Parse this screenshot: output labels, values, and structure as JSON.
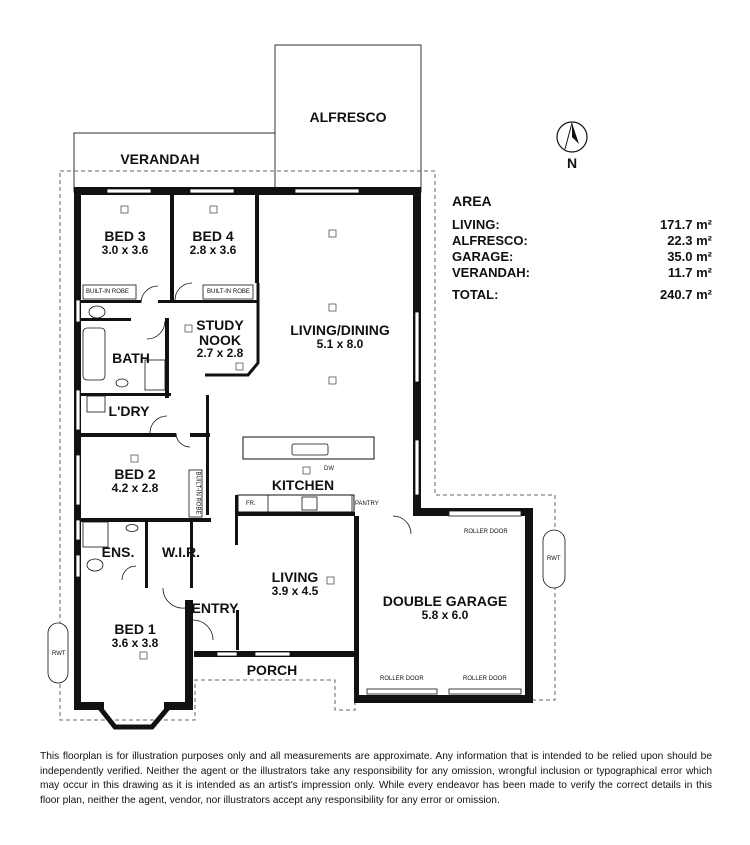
{
  "compass": {
    "label": "N"
  },
  "rooms": {
    "alfresco": {
      "name": "ALFRESCO"
    },
    "verandah": {
      "name": "VERANDAH"
    },
    "bed3": {
      "name": "BED 3",
      "size": "3.0 x 3.6"
    },
    "bed4": {
      "name": "BED 4",
      "size": "2.8 x 3.6"
    },
    "living_dining": {
      "name": "LIVING/DINING",
      "size": "5.1 x 8.0"
    },
    "study_nook": {
      "name": "STUDY NOOK",
      "name_line1": "STUDY",
      "name_line2": "NOOK",
      "size": "2.7 x 2.8"
    },
    "bath": {
      "name": "BATH"
    },
    "laundry": {
      "name": "L'DRY"
    },
    "bed2": {
      "name": "BED 2",
      "size": "4.2 x 2.8"
    },
    "kitchen": {
      "name": "KITCHEN"
    },
    "ensuite": {
      "name": "ENS."
    },
    "wir": {
      "name": "W.I.R."
    },
    "living": {
      "name": "LIVING",
      "size": "3.9 x 4.5"
    },
    "entry": {
      "name": "ENTRY"
    },
    "bed1": {
      "name": "BED 1",
      "size": "3.6 x 3.8"
    },
    "double_garage": {
      "name": "DOUBLE GARAGE",
      "size": "5.8 x 6.0"
    },
    "porch": {
      "name": "PORCH"
    }
  },
  "fixtures": {
    "built_in_robe": "BUILT-IN ROBE",
    "built_in_robe_bed2": "BUILT-IN ROBE",
    "roller_door": "ROLLER DOOR",
    "rwt": "RWT",
    "fridge": "FR.",
    "pantry": "PANTRY",
    "dishwasher": "DW"
  },
  "area": {
    "title": "AREA",
    "rows": [
      {
        "label": "LIVING:",
        "value": "171.7 m²"
      },
      {
        "label": "ALFRESCO:",
        "value": "22.3 m²"
      },
      {
        "label": "GARAGE:",
        "value": "35.0 m²"
      },
      {
        "label": "VERANDAH:",
        "value": "11.7 m²"
      }
    ],
    "total": {
      "label": "TOTAL:",
      "value": "240.7 m²"
    }
  },
  "disclaimer": "This floorplan is for illustration purposes only and all measurements are approximate. Any information that is intended to be relied upon should be independently verified. Neither the agent or the illustrators take any responsibility for any omission, wrongful inclusion or typographical error which may occur in this drawing as it is intended as an artist's impression only. While every endeavor has been made to verify the correct details in this floor plan, neither the agent, vendor, nor illustrators accept any responsibility for any error or omission."
}
